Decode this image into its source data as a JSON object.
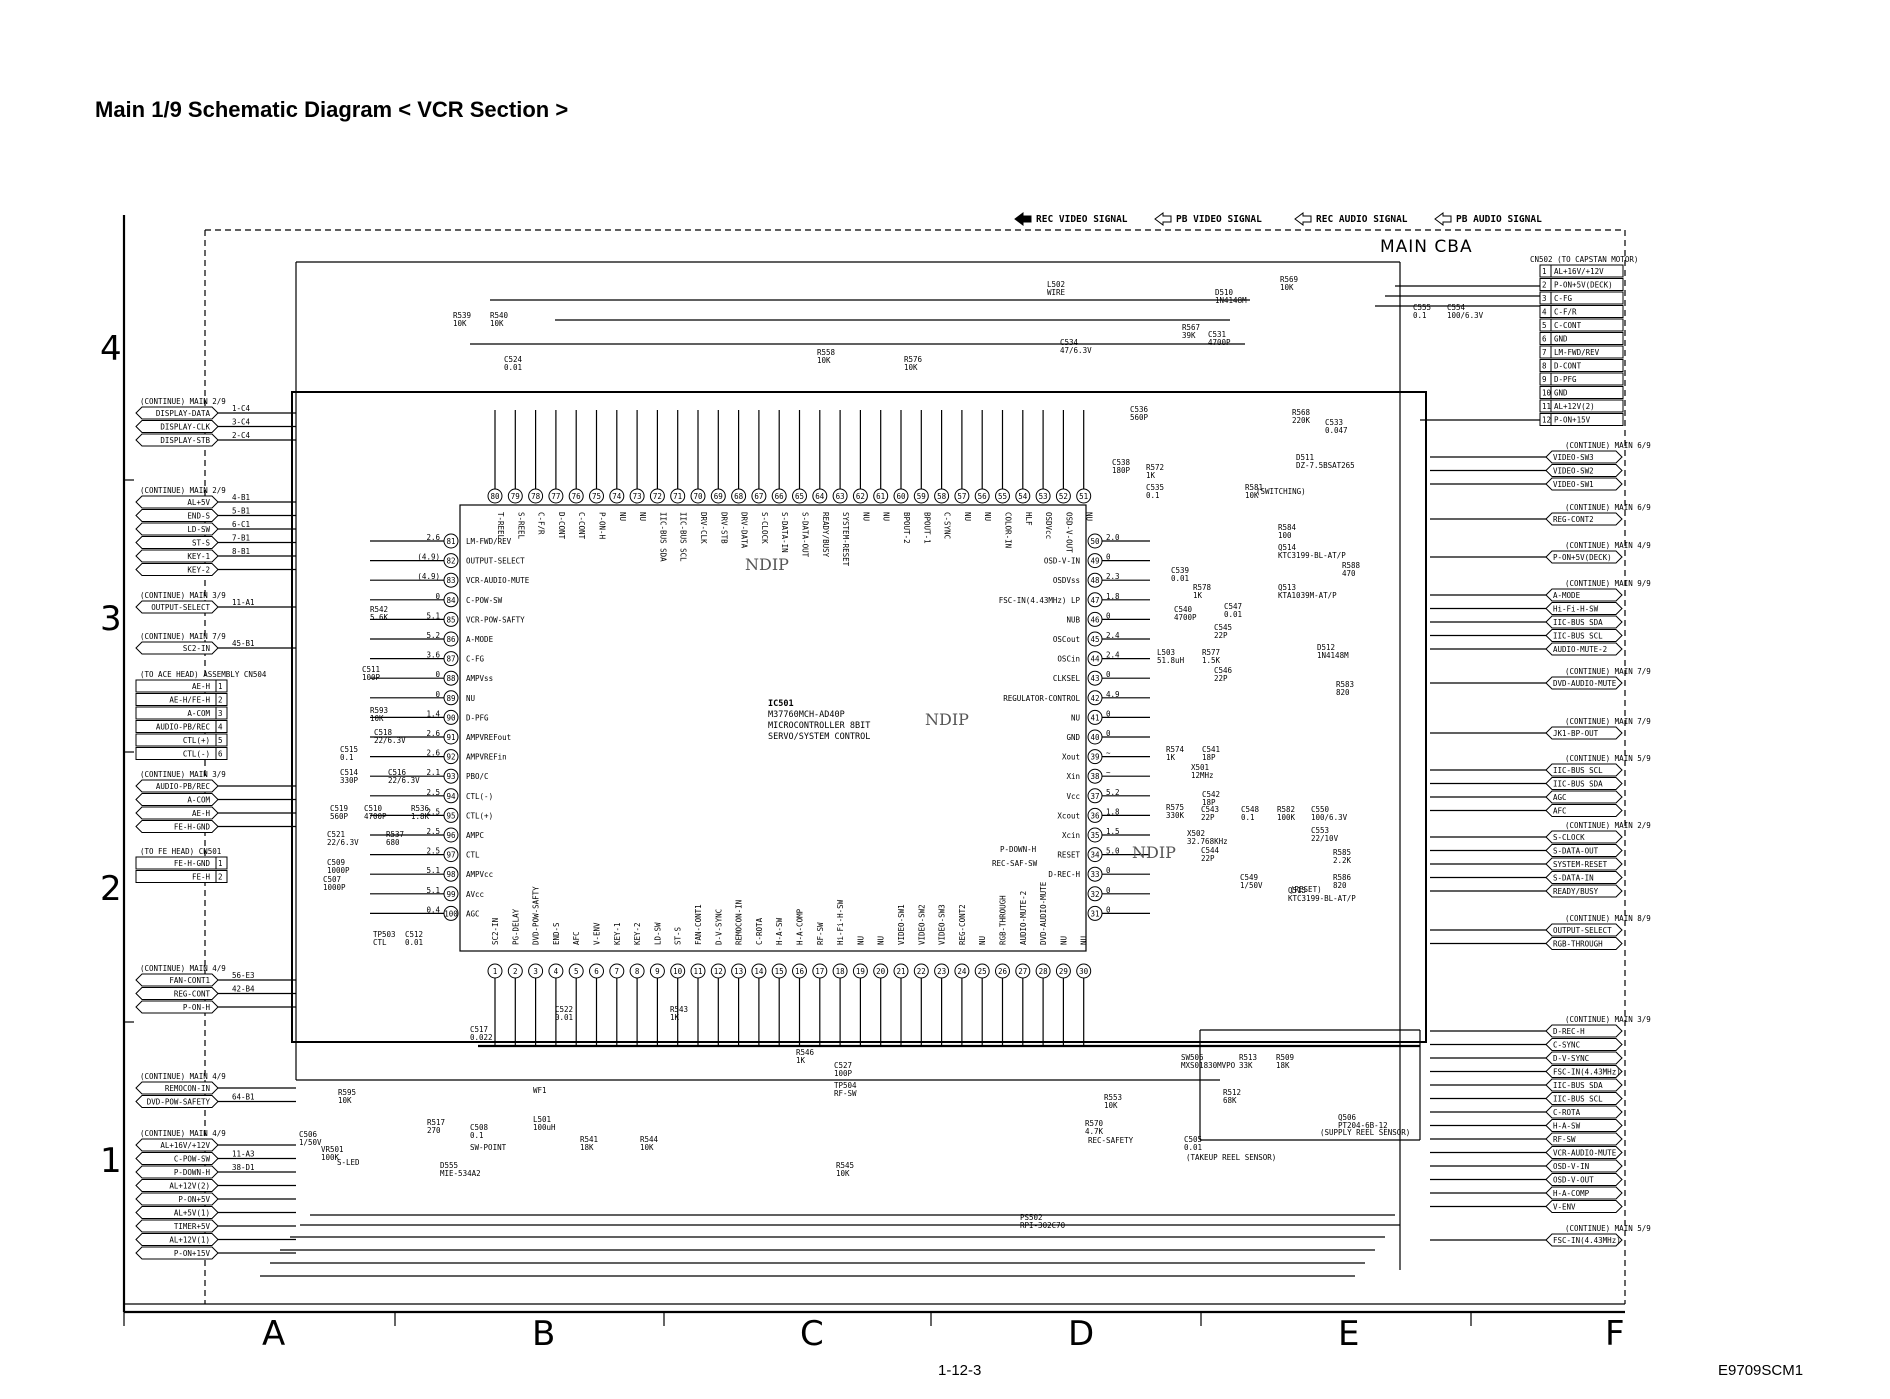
{
  "title": "Main 1/9 Schematic Diagram  < VCR Section >",
  "board": "MAIN CBA",
  "page_number": "1-12-3",
  "doc_code": "E9709SCM1",
  "legend": [
    {
      "label": "REC VIDEO SIGNAL",
      "style": "filled"
    },
    {
      "label": "PB VIDEO SIGNAL",
      "style": "outline"
    },
    {
      "label": "REC AUDIO SIGNAL",
      "style": "outline"
    },
    {
      "label": "PB AUDIO SIGNAL",
      "style": "hatched"
    }
  ],
  "grid_columns": [
    "A",
    "B",
    "C",
    "D",
    "E",
    "F"
  ],
  "grid_rows": [
    "4",
    "3",
    "2",
    "1"
  ],
  "ic": {
    "ref": "IC501",
    "part": "M37760MCH-AD40P",
    "desc1": "MICROCONTROLLER 8BIT",
    "desc2": "SERVO/SYSTEM CONTROL",
    "watermark": "NDIP"
  },
  "left_groups": [
    {
      "head": "(CONTINUE) MAIN 2/9",
      "signals": [
        "DISPLAY-DATA",
        "DISPLAY-CLK",
        "DISPLAY-STB"
      ],
      "refs": [
        "1-C4",
        "3-C4",
        "2-C4"
      ]
    },
    {
      "head": "(CONTINUE) MAIN 2/9",
      "signals": [
        "AL+5V",
        "END-S",
        "LD-SW",
        "ST-S",
        "KEY-1",
        "KEY-2"
      ],
      "refs": [
        "4-B1",
        "5-B1",
        "6-C1",
        "7-B1",
        "8-B1",
        ""
      ]
    },
    {
      "head": "(CONTINUE) MAIN 3/9",
      "signals": [
        "OUTPUT-SELECT"
      ],
      "refs": [
        "11-A1"
      ]
    },
    {
      "head": "(CONTINUE) MAIN 7/9",
      "signals": [
        "SC2-IN"
      ],
      "refs": [
        "45-B1"
      ]
    },
    {
      "head": "(TO ACE HEAD) ASSEMBLY  CN504",
      "signals": [
        "AE-H",
        "AE-H/FE-H",
        "A-COM",
        "AUDIO-PB/REC",
        "CTL(+)",
        "CTL(-)"
      ],
      "refs": [
        "1",
        "2",
        "3",
        "4",
        "5",
        "6"
      ]
    },
    {
      "head": "(CONTINUE) MAIN 3/9",
      "signals": [
        "AUDIO-PB/REC",
        "A-COM",
        "AE-H",
        "FE-H-GND"
      ],
      "refs": [
        "",
        "",
        "",
        ""
      ]
    },
    {
      "head": "(TO FE HEAD) CN501",
      "signals": [
        "FE-H-GND",
        "FE-H"
      ],
      "refs": [
        "1",
        "2"
      ]
    },
    {
      "head": "(CONTINUE) MAIN 4/9",
      "signals": [
        "FAN-CONT1",
        "REG-CONT",
        "P-ON-H"
      ],
      "refs": [
        "56-E3",
        "42-B4",
        ""
      ]
    },
    {
      "head": "(CONTINUE) MAIN 4/9",
      "signals": [
        "REMOCON-IN",
        "DVD-POW-SAFETY"
      ],
      "refs": [
        "",
        "64-B1"
      ]
    },
    {
      "head": "(CONTINUE) MAIN 4/9",
      "signals": [
        "AL+16V/+12V",
        "C-POW-SW",
        "P-DOWN-H",
        "AL+12V(2)",
        "P-ON+5V",
        "AL+5V(1)",
        "TIMER+5V",
        "AL+12V(1)",
        "P-ON+15V"
      ],
      "refs": [
        "",
        "11-A3",
        "38-D1",
        "",
        "",
        "",
        "",
        "",
        ""
      ]
    }
  ],
  "right_groups": [
    {
      "head": "CN502 (TO CAPSTAN MOTOR)",
      "signals": [
        "AL+16V/+12V",
        "P-ON+5V(DECK)",
        "C-FG",
        "C-F/R",
        "C-CONT",
        "GND",
        "LM-FWD/REV",
        "D-CONT",
        "D-PFG",
        "GND",
        "AL+12V(2)",
        "P-ON+15V"
      ]
    },
    {
      "head": "(CONTINUE) MAIN 6/9",
      "signals": [
        "VIDEO-SW3",
        "VIDEO-SW2",
        "VIDEO-SW1"
      ]
    },
    {
      "head": "(CONTINUE) MAIN 6/9",
      "signals": [
        "REG-CONT2"
      ]
    },
    {
      "head": "(CONTINUE) MAIN 4/9",
      "signals": [
        "P-ON+5V(DECK)"
      ]
    },
    {
      "head": "(CONTINUE) MAIN 9/9",
      "signals": [
        "A-MODE",
        "Hi-Fi-H-SW",
        "IIC-BUS SDA",
        "IIC-BUS SCL",
        "AUDIO-MUTE-2"
      ]
    },
    {
      "head": "(CONTINUE) MAIN 7/9",
      "signals": [
        "DVD-AUDIO-MUTE"
      ]
    },
    {
      "head": "(CONTINUE) MAIN 7/9",
      "signals": [
        "JK1-BP-OUT"
      ]
    },
    {
      "head": "(CONTINUE) MAIN 5/9",
      "signals": [
        "IIC-BUS SCL",
        "IIC-BUS SDA",
        "AGC",
        "AFC"
      ]
    },
    {
      "head": "(CONTINUE) MAIN 2/9",
      "signals": [
        "S-CLOCK",
        "S-DATA-OUT",
        "SYSTEM-RESET",
        "S-DATA-IN",
        "READY/BUSY"
      ]
    },
    {
      "head": "(CONTINUE) MAIN 8/9",
      "signals": [
        "OUTPUT-SELECT",
        "RGB-THROUGH"
      ]
    },
    {
      "head": "(CONTINUE) MAIN 3/9",
      "signals": [
        "D-REC-H",
        "C-SYNC",
        "D-V-SYNC",
        "FSC-IN(4.43MHz)",
        "IIC-BUS SDA",
        "IIC-BUS SCL",
        "C-ROTA",
        "H-A-SW",
        "RF-SW",
        "VCR-AUDIO-MUTE",
        "OSD-V-IN",
        "OSD-V-OUT",
        "H-A-COMP",
        "V-ENV"
      ]
    },
    {
      "head": "(CONTINUE) MAIN 5/9",
      "signals": [
        "FSC-IN(4.43MHz)"
      ]
    }
  ],
  "ic_left_pins": [
    {
      "n": "81",
      "name": "LM-FWD/REV",
      "v": "2.6"
    },
    {
      "n": "82",
      "name": "OUTPUT-SELECT",
      "v": "(4.9)"
    },
    {
      "n": "83",
      "name": "VCR-AUDIO-MUTE",
      "v": "(4.9)"
    },
    {
      "n": "84",
      "name": "C-POW-SW",
      "v": "0"
    },
    {
      "n": "85",
      "name": "VCR-POW-SAFTY",
      "v": "5.1"
    },
    {
      "n": "86",
      "name": "A-MODE",
      "v": "5.2"
    },
    {
      "n": "87",
      "name": "C-FG",
      "v": "3.6"
    },
    {
      "n": "88",
      "name": "AMPVss",
      "v": "0"
    },
    {
      "n": "89",
      "name": "NU",
      "v": "0"
    },
    {
      "n": "90",
      "name": "D-PFG",
      "v": "1.4"
    },
    {
      "n": "91",
      "name": "AMPVREFout",
      "v": "2.6"
    },
    {
      "n": "92",
      "name": "AMPVREFin",
      "v": "2.6"
    },
    {
      "n": "93",
      "name": "PBO/C",
      "v": "2.1"
    },
    {
      "n": "94",
      "name": "CTL(-)",
      "v": "2.5"
    },
    {
      "n": "95",
      "name": "CTL(+)",
      "v": "2.5"
    },
    {
      "n": "96",
      "name": "AMPC",
      "v": "2.5"
    },
    {
      "n": "97",
      "name": "CTL",
      "v": "2.5"
    },
    {
      "n": "98",
      "name": "AMPVcc",
      "v": "5.1"
    },
    {
      "n": "99",
      "name": "AVcc",
      "v": "5.1"
    },
    {
      "n": "100",
      "name": "AGC",
      "v": "0.4"
    }
  ],
  "ic_right_pins": [
    {
      "n": "50",
      "name": "",
      "v": "2.0"
    },
    {
      "n": "49",
      "name": "OSD-V-IN",
      "v": "0"
    },
    {
      "n": "48",
      "name": "OSDVss",
      "v": "2.3"
    },
    {
      "n": "47",
      "name": "FSC-IN(4.43MHz) LP",
      "v": "1.8"
    },
    {
      "n": "46",
      "name": "NUB",
      "v": "0"
    },
    {
      "n": "45",
      "name": "OSCout",
      "v": "2.4"
    },
    {
      "n": "44",
      "name": "OSCin",
      "v": "2.4"
    },
    {
      "n": "43",
      "name": "CLKSEL",
      "v": "0"
    },
    {
      "n": "42",
      "name": "REGULATOR-CONTROL",
      "v": "4.9"
    },
    {
      "n": "41",
      "name": "NU",
      "v": "0"
    },
    {
      "n": "40",
      "name": "GND",
      "v": "0"
    },
    {
      "n": "39",
      "name": "Xout",
      "v": "~"
    },
    {
      "n": "38",
      "name": "Xin",
      "v": "~"
    },
    {
      "n": "37",
      "name": "Vcc",
      "v": "5.2"
    },
    {
      "n": "36",
      "name": "Xcout",
      "v": "1.8"
    },
    {
      "n": "35",
      "name": "Xcin",
      "v": "1.5"
    },
    {
      "n": "34",
      "name": "RESET",
      "v": "5.0"
    },
    {
      "n": "33",
      "name": "D-REC-H",
      "v": "0"
    },
    {
      "n": "32",
      "name": "",
      "v": "0"
    },
    {
      "n": "31",
      "name": "",
      "v": "0"
    }
  ],
  "ic_top_pins": [
    {
      "n": "80",
      "name": "T-REEL"
    },
    {
      "n": "79",
      "name": "S-REEL"
    },
    {
      "n": "78",
      "name": "C-F/R"
    },
    {
      "n": "77",
      "name": "D-CONT"
    },
    {
      "n": "76",
      "name": "C-CONT"
    },
    {
      "n": "75",
      "name": "P-ON-H"
    },
    {
      "n": "74",
      "name": "NU"
    },
    {
      "n": "73",
      "name": "NU"
    },
    {
      "n": "72",
      "name": "IIC-BUS SDA"
    },
    {
      "n": "71",
      "name": "IIC-BUS SCL"
    },
    {
      "n": "70",
      "name": "DRV-CLK"
    },
    {
      "n": "69",
      "name": "DRV-STB"
    },
    {
      "n": "68",
      "name": "DRV-DATA"
    },
    {
      "n": "67",
      "name": "S-CLOCK"
    },
    {
      "n": "66",
      "name": "S-DATA-IN"
    },
    {
      "n": "65",
      "name": "S-DATA-OUT"
    },
    {
      "n": "64",
      "name": "READY/BUSY"
    },
    {
      "n": "63",
      "name": "SYSTEM-RESET"
    },
    {
      "n": "62",
      "name": "NU"
    },
    {
      "n": "61",
      "name": "NU"
    },
    {
      "n": "60",
      "name": "BPOUT-2"
    },
    {
      "n": "59",
      "name": "BPOUT-1"
    },
    {
      "n": "58",
      "name": "C-SYNC"
    },
    {
      "n": "57",
      "name": "NU"
    },
    {
      "n": "56",
      "name": "NU"
    },
    {
      "n": "55",
      "name": "COLOR-IN"
    },
    {
      "n": "54",
      "name": "HLF"
    },
    {
      "n": "53",
      "name": "OSDVcc"
    },
    {
      "n": "52",
      "name": "OSD-V-OUT"
    },
    {
      "n": "51",
      "name": "NU"
    }
  ],
  "ic_bottom_pins": [
    {
      "n": "1",
      "name": "SC2-IN"
    },
    {
      "n": "2",
      "name": "PG-DELAY"
    },
    {
      "n": "3",
      "name": "DVD-POW-SAFTY"
    },
    {
      "n": "4",
      "name": "END-S"
    },
    {
      "n": "5",
      "name": "AFC"
    },
    {
      "n": "6",
      "name": "V-ENV"
    },
    {
      "n": "7",
      "name": "KEY-1"
    },
    {
      "n": "8",
      "name": "KEY-2"
    },
    {
      "n": "9",
      "name": "LD-SW"
    },
    {
      "n": "10",
      "name": "ST-S"
    },
    {
      "n": "11",
      "name": "FAN-CONT1"
    },
    {
      "n": "12",
      "name": "D-V-SYNC"
    },
    {
      "n": "13",
      "name": "REMOCON-IN"
    },
    {
      "n": "14",
      "name": "C-ROTA"
    },
    {
      "n": "15",
      "name": "H-A-SW"
    },
    {
      "n": "16",
      "name": "H-A-COMP"
    },
    {
      "n": "17",
      "name": "RF-SW"
    },
    {
      "n": "18",
      "name": "Hi-Fi-H-SW"
    },
    {
      "n": "19",
      "name": "NU"
    },
    {
      "n": "20",
      "name": "NU"
    },
    {
      "n": "21",
      "name": "VIDEO-SW1"
    },
    {
      "n": "22",
      "name": "VIDEO-SW2"
    },
    {
      "n": "23",
      "name": "VIDEO-SW3"
    },
    {
      "n": "24",
      "name": "REG-CONT2"
    },
    {
      "n": "25",
      "name": "NU"
    },
    {
      "n": "26",
      "name": "RGB-THROUGH"
    },
    {
      "n": "27",
      "name": "AUDIO-MUTE-2"
    },
    {
      "n": "28",
      "name": "DVD-AUDIO-MUTE"
    },
    {
      "n": "29",
      "name": "NU"
    },
    {
      "n": "30",
      "name": "NU"
    }
  ],
  "components": [
    {
      "ref": "R539",
      "val": "10K"
    },
    {
      "ref": "R540",
      "val": "10K"
    },
    {
      "ref": "C524",
      "val": "0.01"
    },
    {
      "ref": "L502",
      "val": "WIRE"
    },
    {
      "ref": "D510",
      "val": "1N4148M"
    },
    {
      "ref": "R569",
      "val": "10K"
    },
    {
      "ref": "C534",
      "val": "47/6.3V"
    },
    {
      "ref": "R567",
      "val": "39K"
    },
    {
      "ref": "C531",
      "val": "4700P"
    },
    {
      "ref": "R558",
      "val": "10K"
    },
    {
      "ref": "R576",
      "val": "10K"
    },
    {
      "ref": "C555",
      "val": "0.1"
    },
    {
      "ref": "C554",
      "val": "100/6.3V"
    },
    {
      "ref": "R568",
      "val": "220K"
    },
    {
      "ref": "C533",
      "val": "0.047"
    },
    {
      "ref": "C536",
      "val": "560P"
    },
    {
      "ref": "C538",
      "val": "180P"
    },
    {
      "ref": "R572",
      "val": "1K"
    },
    {
      "ref": "C535",
      "val": "0.1"
    },
    {
      "ref": "D511",
      "val": "DZ-7.5BSAT265"
    },
    {
      "ref": "R581",
      "val": "10K"
    },
    {
      "ref": "R584",
      "val": "100"
    },
    {
      "ref": "Q514",
      "val": "KTC3199-BL-AT/P"
    },
    {
      "ref": "Q513",
      "val": "KTA1039M-AT/P"
    },
    {
      "ref": "C539",
      "val": "0.01"
    },
    {
      "ref": "R578",
      "val": "1K"
    },
    {
      "ref": "C540",
      "val": "4700P"
    },
    {
      "ref": "C547",
      "val": "0.01"
    },
    {
      "ref": "L503",
      "val": "51.8uH"
    },
    {
      "ref": "R577",
      "val": "1.5K"
    },
    {
      "ref": "C545",
      "val": "22P"
    },
    {
      "ref": "C546",
      "val": "22P"
    },
    {
      "ref": "R588",
      "val": "470"
    },
    {
      "ref": "D512",
      "val": "1N4148M"
    },
    {
      "ref": "R583",
      "val": "820"
    },
    {
      "ref": "R574",
      "val": "1K"
    },
    {
      "ref": "C541",
      "val": "18P"
    },
    {
      "ref": "X501",
      "val": "12MHz"
    },
    {
      "ref": "C542",
      "val": "18P"
    },
    {
      "ref": "R575",
      "val": "330K"
    },
    {
      "ref": "C543",
      "val": "22P"
    },
    {
      "ref": "X502",
      "val": "32.768KHz"
    },
    {
      "ref": "C544",
      "val": "22P"
    },
    {
      "ref": "C548",
      "val": "0.1"
    },
    {
      "ref": "R582",
      "val": "100K"
    },
    {
      "ref": "C550",
      "val": "100/6.3V"
    },
    {
      "ref": "C553",
      "val": "22/10V"
    },
    {
      "ref": "R585",
      "val": "2.2K"
    },
    {
      "ref": "R586",
      "val": "820"
    },
    {
      "ref": "C549",
      "val": "1/50V"
    },
    {
      "ref": "Q515",
      "val": "KTC3199-BL-AT/P"
    },
    {
      "ref": "R542",
      "val": "5.6K"
    },
    {
      "ref": "C511",
      "val": "100P"
    },
    {
      "ref": "R593",
      "val": "10K"
    },
    {
      "ref": "C518",
      "val": "22/6.3V"
    },
    {
      "ref": "C515",
      "val": "0.1"
    },
    {
      "ref": "C514",
      "val": "330P"
    },
    {
      "ref": "C516",
      "val": "22/6.3V"
    },
    {
      "ref": "C519",
      "val": "560P"
    },
    {
      "ref": "C510",
      "val": "4700P"
    },
    {
      "ref": "R536",
      "val": "1.8K"
    },
    {
      "ref": "R537",
      "val": "680"
    },
    {
      "ref": "C521",
      "val": "22/6.3V"
    },
    {
      "ref": "C509",
      "val": "1000P"
    },
    {
      "ref": "C507",
      "val": "1000P"
    },
    {
      "ref": "TP503",
      "val": "CTL"
    },
    {
      "ref": "C512",
      "val": "0.01"
    },
    {
      "ref": "C517",
      "val": "0.022"
    },
    {
      "ref": "C522",
      "val": "0.01"
    },
    {
      "ref": "R543",
      "val": "1K"
    },
    {
      "ref": "R546",
      "val": "1K"
    },
    {
      "ref": "C527",
      "val": "100P"
    },
    {
      "ref": "TP504",
      "val": "RF-SW"
    },
    {
      "ref": "WF1",
      "val": ""
    },
    {
      "ref": "R595",
      "val": "10K"
    },
    {
      "ref": "L501",
      "val": "100uH"
    },
    {
      "ref": "C506",
      "val": "1/50V"
    },
    {
      "ref": "R517",
      "val": "270"
    },
    {
      "ref": "C508",
      "val": "0.1"
    },
    {
      "ref": "VR501",
      "val": "100K"
    },
    {
      "ref": "D555",
      "val": "MIE-534A2"
    },
    {
      "ref": "R541",
      "val": "18K"
    },
    {
      "ref": "R544",
      "val": "10K"
    },
    {
      "ref": "R545",
      "val": "10K"
    },
    {
      "ref": "R553",
      "val": "10K"
    },
    {
      "ref": "R570",
      "val": "4.7K"
    },
    {
      "ref": "SW506",
      "val": "MXS01830MVPO"
    },
    {
      "ref": "R513",
      "val": "33K"
    },
    {
      "ref": "R509",
      "val": "18K"
    },
    {
      "ref": "R512",
      "val": "68K"
    },
    {
      "ref": "C505",
      "val": "0.01"
    },
    {
      "ref": "Q506",
      "val": "PT204-6B-12"
    },
    {
      "ref": "PS502",
      "val": "RPI-302C70"
    }
  ],
  "labels": {
    "sw_point": "SW-POINT",
    "s_led": "S-LED",
    "rec_safety": "REC-SAFETY",
    "takeup": "(TAKEUP REEL SENSOR)",
    "supply": "(SUPPLY REEL SENSOR)",
    "switching": "(SWITCHING)",
    "reset": "(RESET)",
    "p_down_h": "P-DOWN-H",
    "rec_saf_sw": "REC-SAF-SW"
  }
}
